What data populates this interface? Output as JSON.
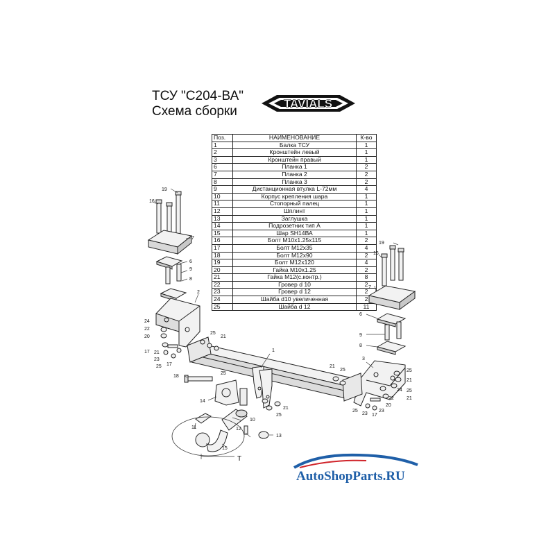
{
  "header": {
    "title_line1": "ТСУ  \"С204-ВА\"",
    "title_line2": "Схема сборки",
    "logo_text": "TAVIALS"
  },
  "table": {
    "headers": [
      "Поз.",
      "НАИМЕНОВАНИЕ",
      "К-во"
    ],
    "rows": [
      [
        "1",
        "Балка ТСУ",
        "1"
      ],
      [
        "2",
        "Кронштейн левый",
        "1"
      ],
      [
        "3",
        "Кронштейн правый",
        "1"
      ],
      [
        "6",
        "Планка 1",
        "2"
      ],
      [
        "7",
        "Планка 2",
        "2"
      ],
      [
        "8",
        "Планка 3",
        "2"
      ],
      [
        "9",
        "Дистанционная втулка L-72мм",
        "4"
      ],
      [
        "10",
        "Корпус крепления шара",
        "1"
      ],
      [
        "11",
        "Стопорный палец",
        "1"
      ],
      [
        "12",
        "Шплинт",
        "1"
      ],
      [
        "13",
        "Заглушка",
        "1"
      ],
      [
        "14",
        "Подрозетник тип А",
        "1"
      ],
      [
        "15",
        "Шар SH14ВА",
        "1"
      ],
      [
        "16",
        "Болт М10х1.25х115",
        "2"
      ],
      [
        "17",
        "Болт М12х35",
        "4"
      ],
      [
        "18",
        "Болт М12х90",
        "2"
      ],
      [
        "19",
        "Болт М12х120",
        "4"
      ],
      [
        "20",
        "Гайка  М10х1.25",
        "2"
      ],
      [
        "21",
        "Гайка М12(с.контр.)",
        "8"
      ],
      [
        "22",
        "Гровер d 10",
        "2"
      ],
      [
        "23",
        "Гровер d 12",
        "2"
      ],
      [
        "24",
        "Шайба d10 увеличенная",
        "2"
      ],
      [
        "25",
        "Шайба d 12",
        "11"
      ]
    ]
  },
  "callouts": {
    "n1": "1",
    "n2": "2",
    "n3": "3",
    "n6": "6",
    "n7": "7",
    "n8": "8",
    "n9": "9",
    "n10": "10",
    "n11": "11",
    "n12": "12",
    "n13": "13",
    "n14": "14",
    "n15": "15",
    "n16": "16",
    "n17": "17",
    "n18": "18",
    "n19": "19",
    "n20": "20",
    "n21": "21",
    "n22": "22",
    "n23": "23",
    "n24": "24",
    "n25": "25",
    "t": "T"
  },
  "watermark": {
    "text": "AutoShopParts.RU"
  },
  "colors": {
    "line": "#222222",
    "fill": "#f2f2f2",
    "watermark_blue": "#1f5fa8",
    "watermark_red": "#d0242a"
  }
}
